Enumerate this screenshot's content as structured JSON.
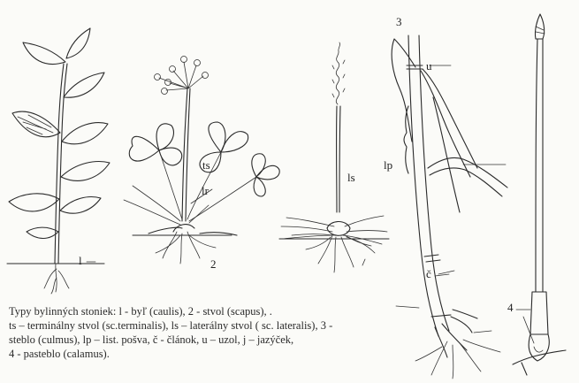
{
  "labels": {
    "l": "l",
    "ts": "ts",
    "lr": "lr",
    "two": "2",
    "ls": "ls",
    "three": "3",
    "u": "u",
    "lp": "lp",
    "c": "č",
    "four": "4"
  },
  "caption": {
    "line1": "Typy bylinných stoniek: l - byľ (caulis),  2 - stvol (scapus), .",
    "line2": "ts – terminálny stvol (sc.terminalis), ls – laterálny stvol ( sc. lateralis), 3 -",
    "line3": "steblo (culmus), lp – list. pošva, č - článok, u – uzol, j – jazýček,",
    "line4": " 4 - pasteblo (calamus)."
  }
}
